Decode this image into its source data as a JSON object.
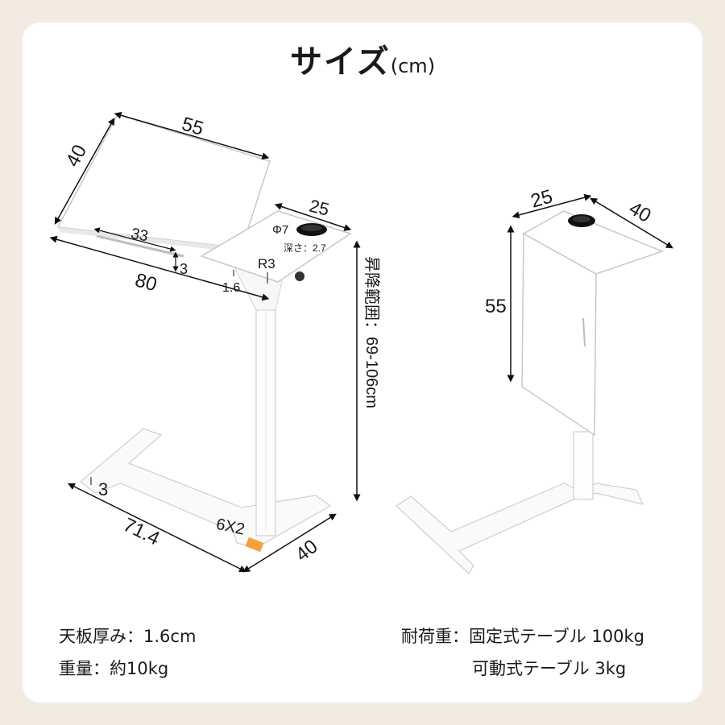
{
  "title": {
    "main": "サイズ",
    "unit": "(cm)"
  },
  "left_figure": {
    "top_width": "55",
    "top_depth": "40",
    "tray_width": "25",
    "cup_diameter": "Φ7",
    "cup_depth": "深さ：2.7",
    "ledge_length": "33",
    "ledge_height": "3",
    "total_width": "80",
    "thickness": "1.6",
    "corner_radius": "R3",
    "height_range": "昇降範囲：69-106cm",
    "base_width": "71.4",
    "base_depth": "40",
    "base_height": "3",
    "caster_size": "6X2"
  },
  "right_figure": {
    "tray_width": "25",
    "tray_depth": "40",
    "folded_height": "55"
  },
  "specs": {
    "thickness": "天板厚み：1.6cm",
    "weight": "重量：約10kg",
    "load_fixed": "耐荷重：固定式テーブル 100kg",
    "load_movable": "可動式テーブル 3kg"
  }
}
